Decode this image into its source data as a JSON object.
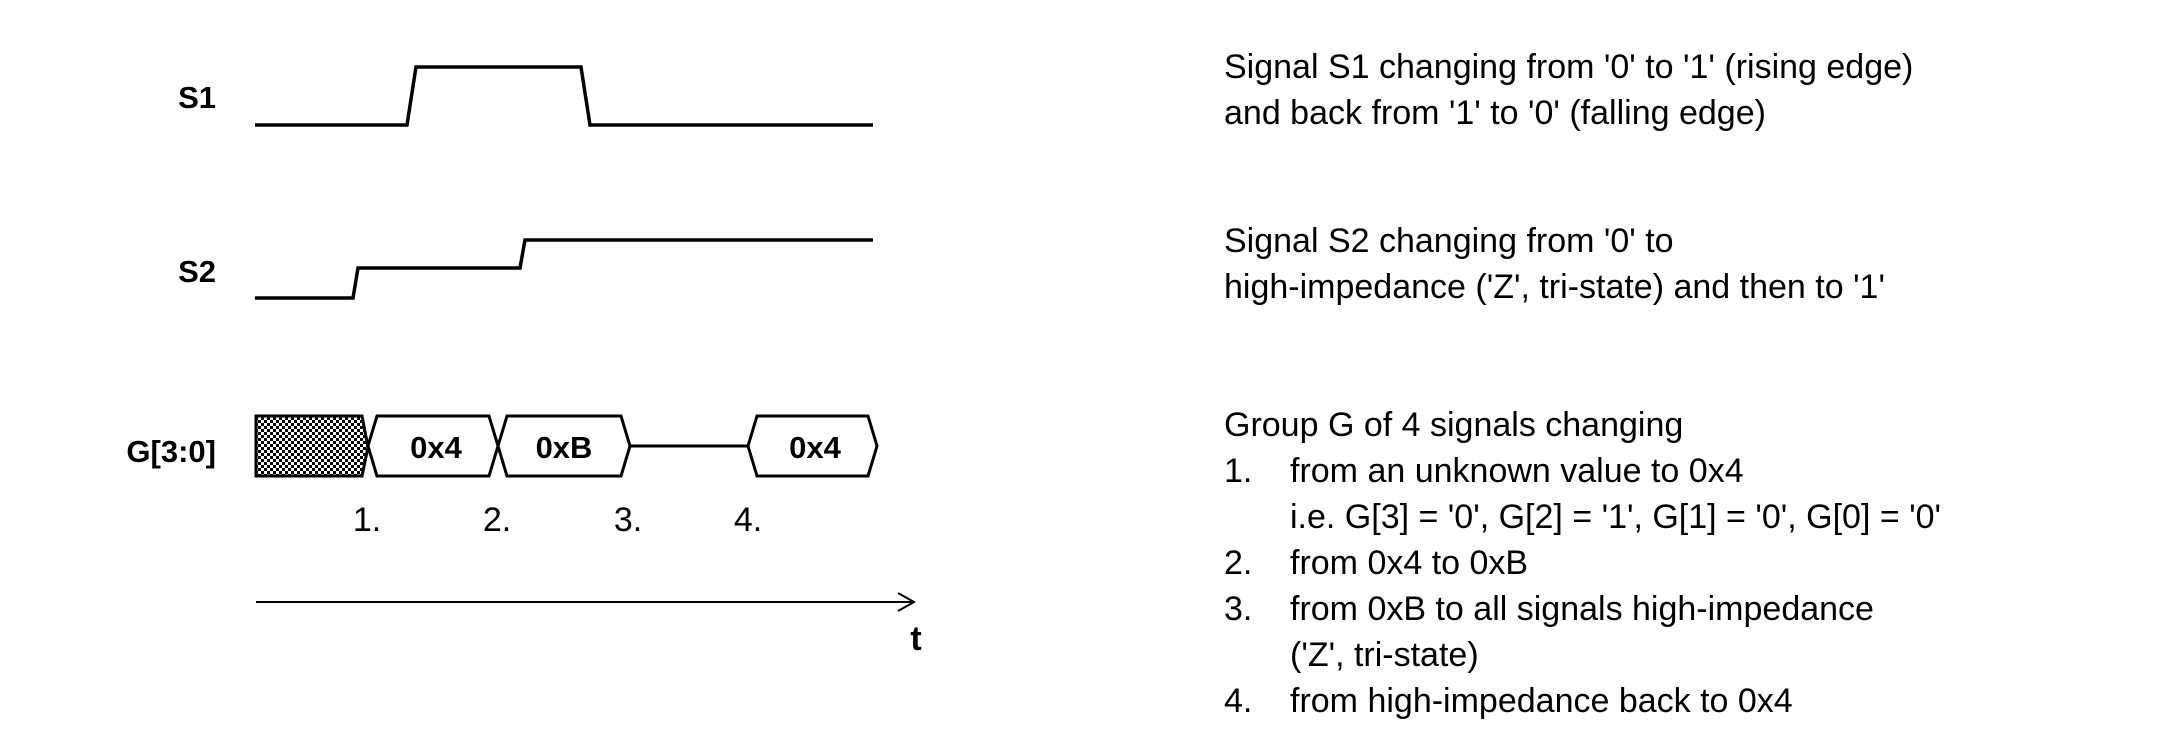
{
  "signals": {
    "s1": {
      "label": "S1"
    },
    "s2": {
      "label": "S2"
    },
    "g": {
      "label": "G[3:0]",
      "values": [
        "0x4",
        "0xB",
        "0x4"
      ],
      "markers": [
        "1.",
        "2.",
        "3.",
        "4."
      ]
    }
  },
  "axis": {
    "label": "t"
  },
  "descriptions": {
    "s1": [
      "Signal S1 changing from '0' to '1' (rising edge)",
      "and back from '1' to '0' (falling edge)"
    ],
    "s2": [
      "Signal S2 changing from '0' to",
      "high-impedance ('Z', tri-state) and then to '1'"
    ],
    "g": {
      "intro": "Group G of 4 signals changing",
      "items": [
        {
          "num": "1.",
          "lines": [
            "from an unknown value to 0x4",
            "i.e. G[3] = '0', G[2] = '1', G[1] = '0', G[0] = '0'"
          ]
        },
        {
          "num": "2.",
          "lines": [
            "from 0x4 to 0xB"
          ]
        },
        {
          "num": "3.",
          "lines": [
            "from 0xB to all signals high-impedance",
            "('Z', tri-state)"
          ]
        },
        {
          "num": "4.",
          "lines": [
            "from high-impedance back to 0x4"
          ]
        }
      ]
    }
  }
}
